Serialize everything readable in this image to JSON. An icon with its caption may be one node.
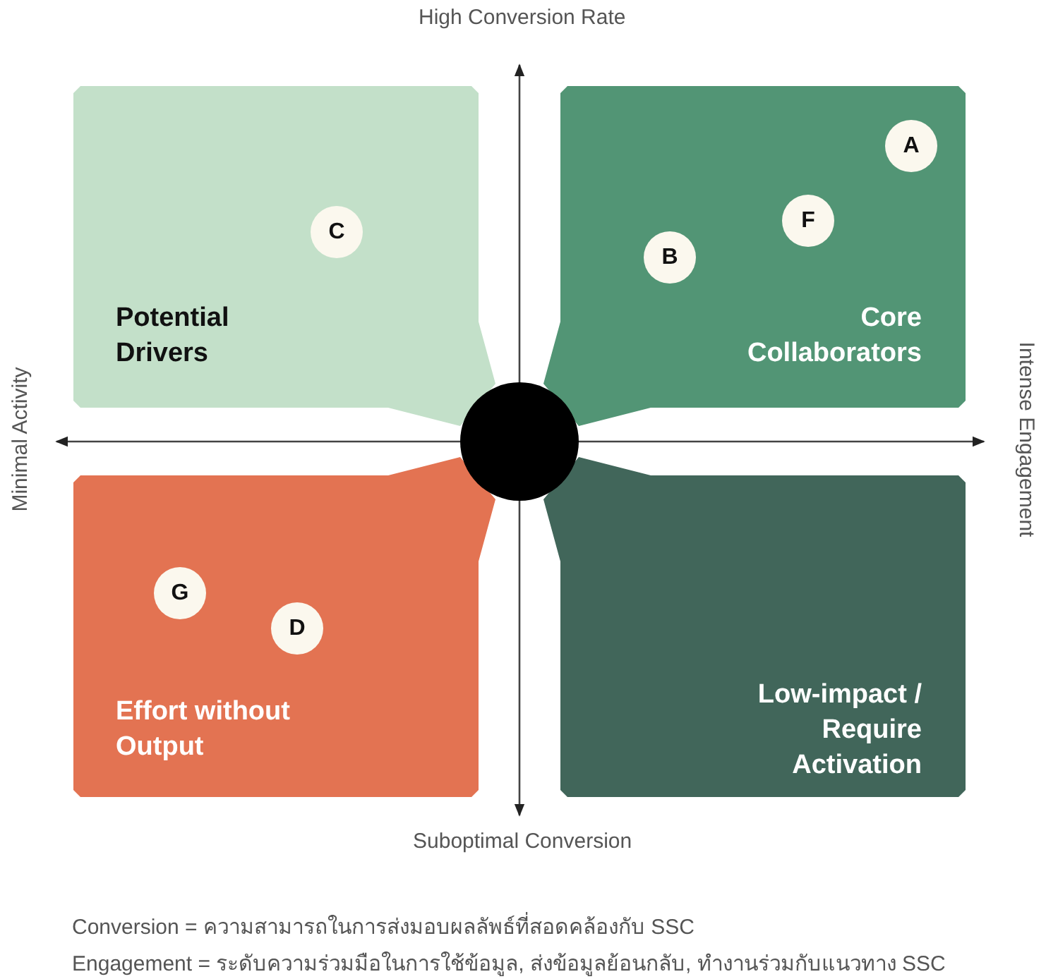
{
  "diagram": {
    "nodes": [
      {
        "text": [
          "Potential Drivers"
        ]
      },
      {
        "text": [
          "C"
        ],
        "in": 0
      },
      {
        "text": [
          "Core Collaborators"
        ]
      },
      {
        "text": [
          "A"
        ],
        "in": 2
      },
      {
        "text": [
          "F"
        ],
        "in": 2
      },
      {
        "text": [
          "B"
        ],
        "in": 2
      },
      {
        "text": [],
        "shape": "circle"
      },
      {
        "text": [
          "Effort without Output"
        ]
      },
      {
        "text": [
          "G"
        ],
        "in": 7
      },
      {
        "text": [
          "D"
        ],
        "in": 7
      },
      {
        "text": [
          "Low-impact / Require Activation"
        ]
      }
    ],
    "labels": [
      "High Conversion Rate",
      "Minimal Activity",
      "Intense Engagement",
      "Suboptimal Conversion",
      "Conversion = ความสามารถในการส่งมอบผลลัพธ์ที่สอดคล้องกับ SSC",
      "Engagement = ระดับความร่วมมือในการใช้ข้อมูล, ส่งข้อมูลย้อนกลับ, ทำงานร่วมกับแนวทาง SSC"
    ]
  }
}
